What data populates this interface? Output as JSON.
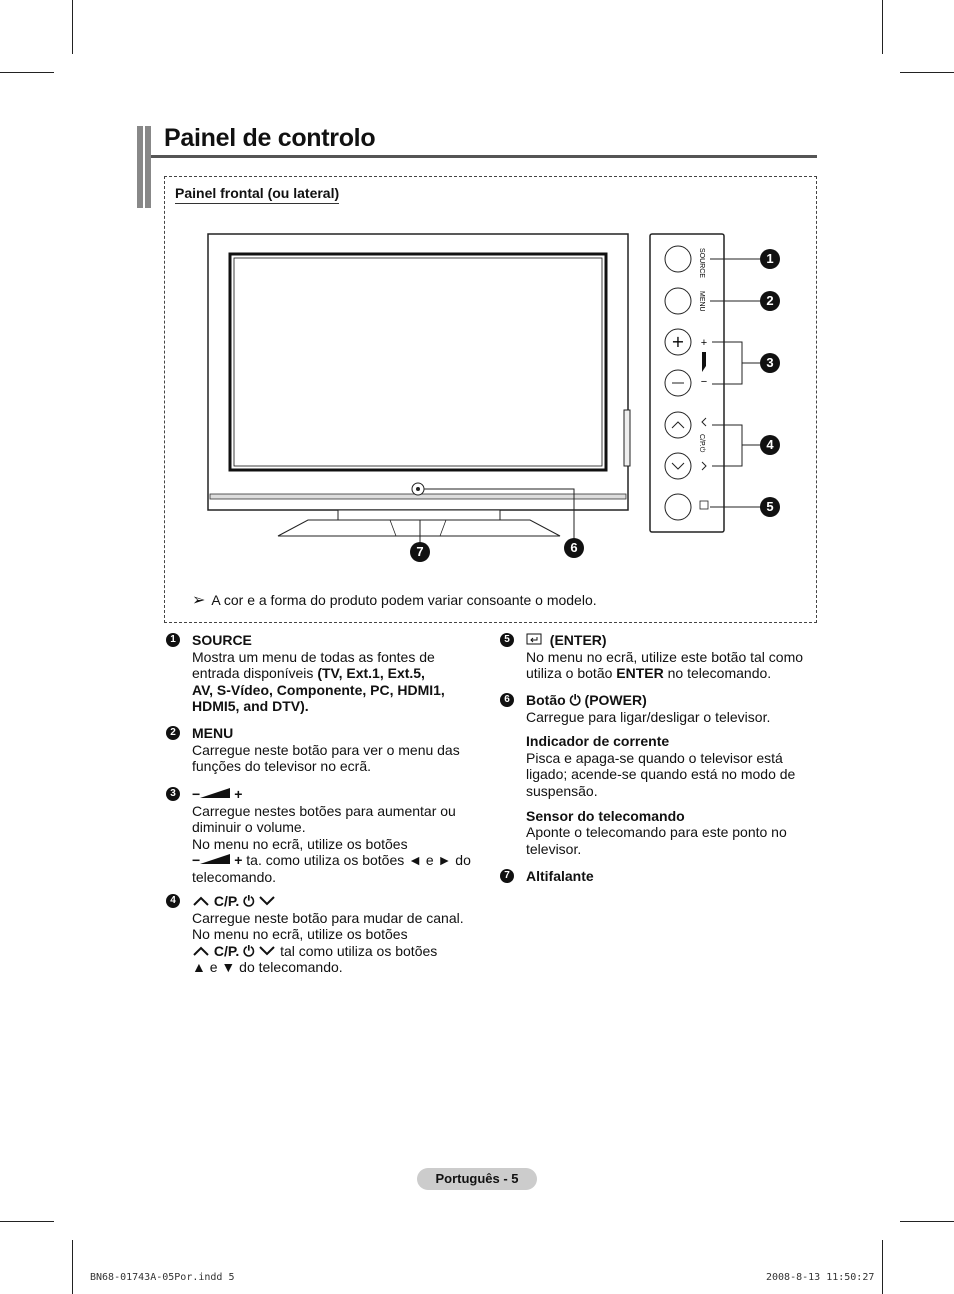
{
  "page": {
    "title": "Painel de controlo",
    "subtitle": "Painel frontal (ou lateral)",
    "note": "A cor e a forma do produto podem variar consoante o modelo.",
    "panel_labels": {
      "source": "SOURCE",
      "menu": "MENU",
      "plus": "+",
      "minus": "−",
      "cp": "C/P."
    },
    "callouts": [
      "1",
      "2",
      "3",
      "4",
      "5",
      "6",
      "7"
    ]
  },
  "items": [
    {
      "num": "1",
      "heading": "SOURCE",
      "lines": [
        "Mostra um menu de todas as fontes de",
        "entrada disponíveis "
      ],
      "bold_tail": "(TV, Ext.1, Ext.5,",
      "bold_lines": [
        "AV, S-Vídeo, Componente, PC, HDMI1,",
        "HDMI5, and DTV)."
      ]
    },
    {
      "num": "2",
      "heading": "MENU",
      "lines": [
        "Carregue neste botão para ver o menu das",
        "funções do televisor no ecrã."
      ]
    },
    {
      "num": "3",
      "heading": "−",
      "lines": [
        "Carregue nestes botões para aumentar ou",
        "diminuir o volume.",
        "No menu no ecrã, utilize os botões"
      ],
      "line4": " ta. como utiliza os botões ◄ e ► do",
      "line5": "telecomando."
    },
    {
      "num": "4",
      "heading": "C/P.",
      "lines": [
        "Carregue neste botão para mudar de canal.",
        "No menu no ecrã, utilize os botões"
      ],
      "line3": " tal como utiliza os botões",
      "line4": "▲ e ▼ do telecomando."
    },
    {
      "num": "5",
      "heading": "(ENTER)",
      "lines": [
        "No menu no ecrã, utilize este botão tal como"
      ],
      "line2a": "utiliza o botão ",
      "line2b": "ENTER",
      "line2c": " no telecomando."
    },
    {
      "num": "6",
      "heading_a": "Botão",
      "heading_b": "(POWER)",
      "lines": [
        "Carregue para ligar/desligar o televisor."
      ],
      "sub1": "Indicador de corrente",
      "sub1_lines": [
        "Pisca e apaga-se quando o televisor está",
        "ligado; acende-se quando está no modo de",
        "suspensão."
      ],
      "sub2": "Sensor do telecomando",
      "sub2_lines": [
        "Aponte o telecomando para este ponto no",
        "televisor."
      ]
    },
    {
      "num": "7",
      "heading": "Altifalante"
    }
  ],
  "footer": {
    "page_label": "Português - 5",
    "slug_left": "BN68-01743A-05Por.indd   5",
    "slug_right": "2008-8-13   11:50:27"
  }
}
